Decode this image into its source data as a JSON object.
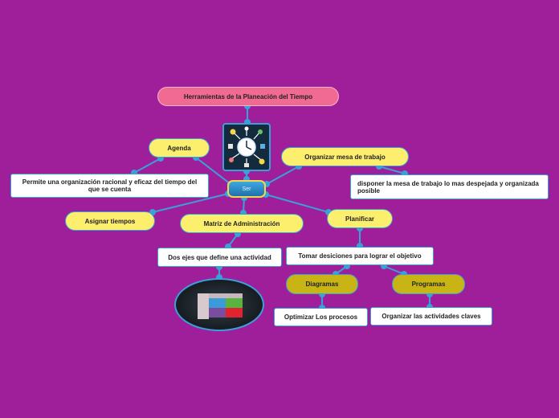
{
  "root": {
    "label": "Herramientas de la Planeación del Tiempo"
  },
  "center": {
    "label": "Ser"
  },
  "picture": {
    "icon": "clock-tools-icon"
  },
  "branches": {
    "agenda": "Agenda",
    "agenda_desc": "Permite una organización racional y eficaz del tiempo del que se cuenta",
    "asignar": "Asignar tiempos",
    "matriz": "Matriz de Administración",
    "matriz_desc": "Dos ejes que define una actividad",
    "organizar": "Organizar mesa de trabajo",
    "organizar_desc": "disponer la mesa de trabajo lo mas despejada y organizada posible",
    "planificar": "Planificar",
    "planificar_desc": "Tomar desiciones para lograr el objetivo",
    "diagramas": "Diagramas",
    "diagramas_desc": "Optimizar Los procesos",
    "programas": "Programas",
    "programas_desc": "Organizar las actividades claves"
  },
  "colors": {
    "background": "#9f1f9b",
    "connector": "#3aa0d8",
    "pill_yellow": "#fdef6e",
    "pill_olive": "#c9b416",
    "root_pink": "#f06a94"
  }
}
